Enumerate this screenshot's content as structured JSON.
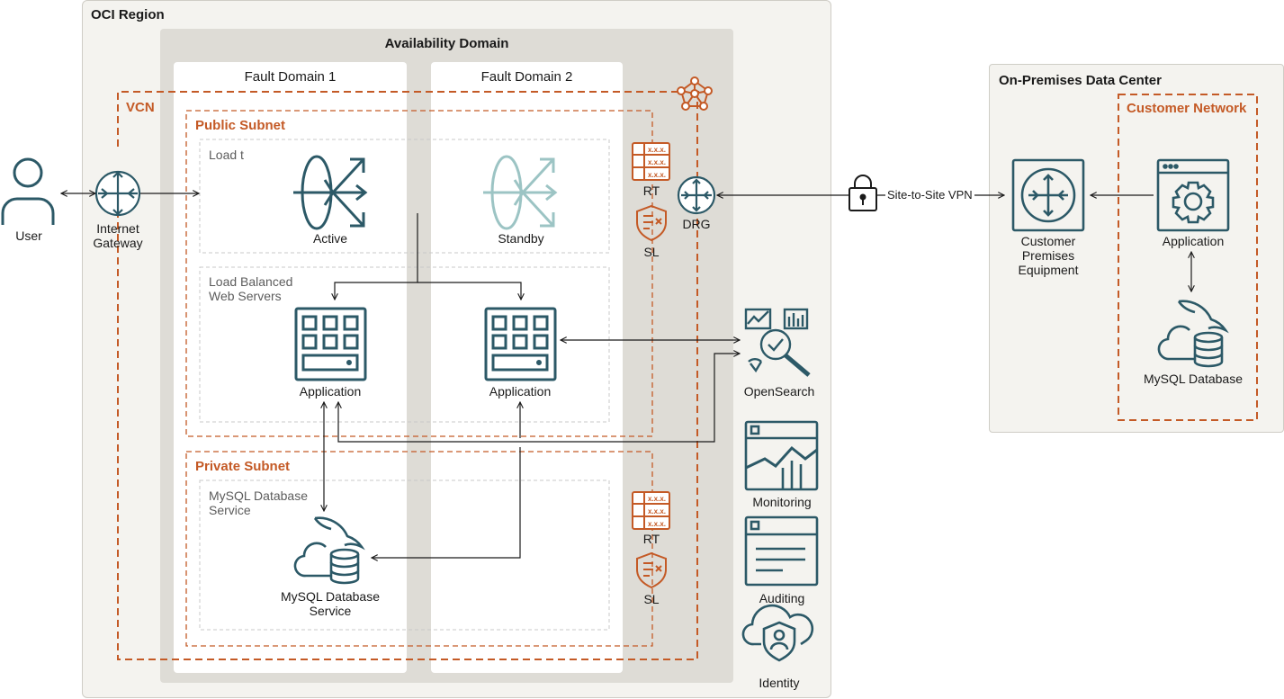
{
  "region": {
    "title": "OCI Region"
  },
  "availability_domain": {
    "title": "Availability Domain"
  },
  "fault_domains": [
    {
      "title": "Fault Domain 1"
    },
    {
      "title": "Fault Domain 2"
    }
  ],
  "vcn": {
    "title": "VCN"
  },
  "public_subnet": {
    "title": "Public Subnet"
  },
  "private_subnet": {
    "title": "Private Subnet"
  },
  "load_balancer": {
    "group_label": "Load t",
    "active": "Active",
    "standby": "Standby"
  },
  "web_servers": {
    "group_label_1": "Load Balanced",
    "group_label_2": "Web Servers",
    "app1": "Application",
    "app2": "Application"
  },
  "mysql_service": {
    "group_label_1": "MySQL Database",
    "group_label_2": "Service",
    "label_1": "MySQL Database",
    "label_2": "Service"
  },
  "user": {
    "label": "User"
  },
  "internet_gateway": {
    "label_1": "Internet",
    "label_2": "Gateway"
  },
  "route_table": {
    "label": "RT"
  },
  "security_list": {
    "label": "SL"
  },
  "drg": {
    "label": "DRG"
  },
  "vpn": {
    "label": "Site-to-Site VPN"
  },
  "services": {
    "opensearch": "OpenSearch",
    "monitoring": "Monitoring",
    "auditing": "Auditing",
    "identity": "Identity"
  },
  "on_premises": {
    "title": "On-Premises Data Center",
    "customer_network": "Customer Network",
    "cpe_1": "Customer",
    "cpe_2": "Premises",
    "cpe_3": "Equipment",
    "application": "Application",
    "mysql": "MySQL Database"
  },
  "colors": {
    "teal": "#2c5967",
    "orange": "#c45a26",
    "light_teal": "#9cc4c4",
    "panel": "#f4f3ef",
    "ad_grey": "#dedcd6"
  }
}
